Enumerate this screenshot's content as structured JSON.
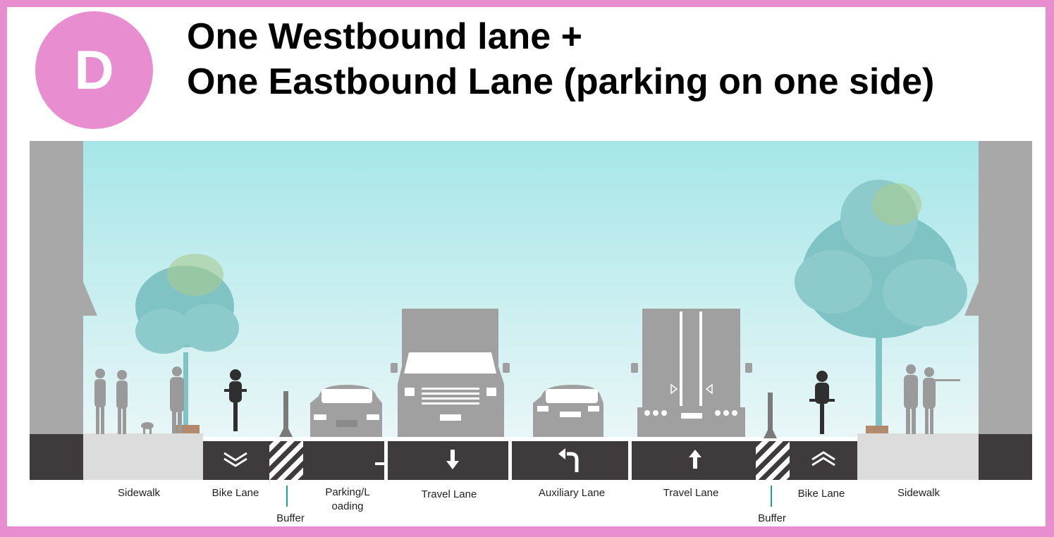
{
  "badge": {
    "letter": "D"
  },
  "title": {
    "line1": "One Westbound lane +",
    "line2": "One Eastbound Lane (parking on one side)"
  },
  "colors": {
    "border": "#e88dcf",
    "sky_top": "#a6e6e8",
    "sky_bottom": "#e9f6f7",
    "building": "#a8a8a8",
    "road": "#3f3b3c",
    "sidewalk": "#dcdcdc",
    "vehicle": "#a0a0a0",
    "tree_foliage": "#7fc3c5",
    "tree_highlight": "#a8c98f",
    "marking": "#ffffff",
    "buffer_line": "#1aa3a6"
  },
  "segments": [
    {
      "id": "sidewalk-left",
      "label": "Sidewalk"
    },
    {
      "id": "bike-lane-left",
      "label": "Bike Lane",
      "icon": "chevron-down-icon"
    },
    {
      "id": "buffer-left",
      "label": "Buffer"
    },
    {
      "id": "parking-loading",
      "label": "Parking/L oading"
    },
    {
      "id": "travel-lane-west",
      "label": "Travel Lane",
      "icon": "arrow-down-icon"
    },
    {
      "id": "auxiliary-lane",
      "label": "Auxiliary  Lane",
      "icon": "turn-left-arrow-icon"
    },
    {
      "id": "travel-lane-east",
      "label": "Travel Lane",
      "icon": "arrow-up-icon"
    },
    {
      "id": "buffer-right",
      "label": "Buffer"
    },
    {
      "id": "bike-lane-right",
      "label": "Bike Lane",
      "icon": "chevron-up-icon"
    },
    {
      "id": "sidewalk-right",
      "label": "Sidewalk"
    }
  ]
}
